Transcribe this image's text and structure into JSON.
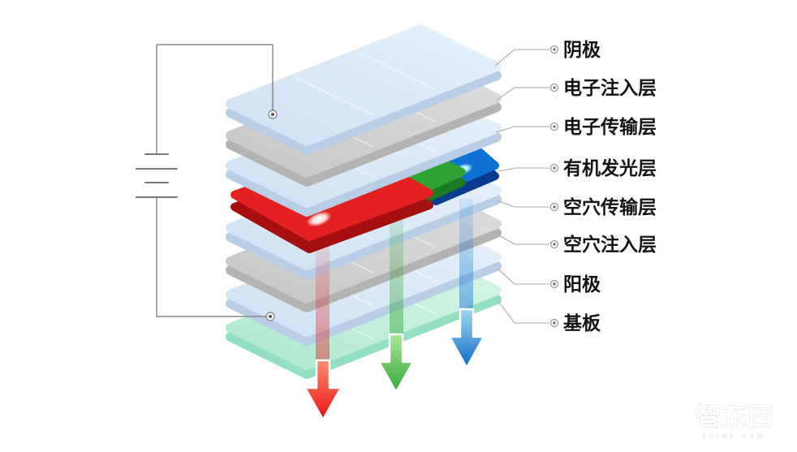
{
  "background": "#ffffff",
  "layers": [
    {
      "label": "阴极",
      "material": "blue"
    },
    {
      "label": "电子注入层",
      "material": "gray"
    },
    {
      "label": "电子传输层",
      "material": "blue"
    },
    {
      "label": "有机发光层",
      "material": "rgb"
    },
    {
      "label": "空穴传输层",
      "material": "blue"
    },
    {
      "label": "空穴注入层",
      "material": "gray"
    },
    {
      "label": "阳极",
      "material": "blue"
    },
    {
      "label": "基板",
      "material": "mint"
    }
  ],
  "materials": {
    "blue": {
      "dark": "#cfe1f2",
      "light": "#e7f2fb",
      "side": "#b7cee4"
    },
    "gray": {
      "dark": "#c6c6c6",
      "light": "#dfdfdf",
      "side": "#b3b3b3"
    },
    "mint": {
      "dark": "#aee8cf",
      "light": "#d9f6e9",
      "side": "#93dfc2"
    }
  },
  "emitters": [
    {
      "name": "red",
      "color": "#e32121",
      "side": "#a60f0f",
      "glow": "#ffd8d8",
      "arrow_light": "#ff8a70",
      "arrow_dark": "#e51515"
    },
    {
      "name": "green",
      "color": "#2fa434",
      "side": "#1c7b20",
      "glow": "#c9f7b9",
      "arrow_light": "#a8e895",
      "arrow_dark": "#37a83a"
    },
    {
      "name": "blue",
      "color": "#0e72d5",
      "side": "#083c8e",
      "glow": "#a8ecff",
      "arrow_light": "#a0d8f0",
      "arrow_dark": "#0e6bc8"
    }
  ],
  "wire_color": "#8a8a8a",
  "icons": {
    "battery": "battery-icon",
    "light_arrow": "arrow-down-icon",
    "label_marker": "circle-bullet-icon"
  },
  "watermark": {
    "text": "智东西",
    "sub": "zhidx.com"
  }
}
